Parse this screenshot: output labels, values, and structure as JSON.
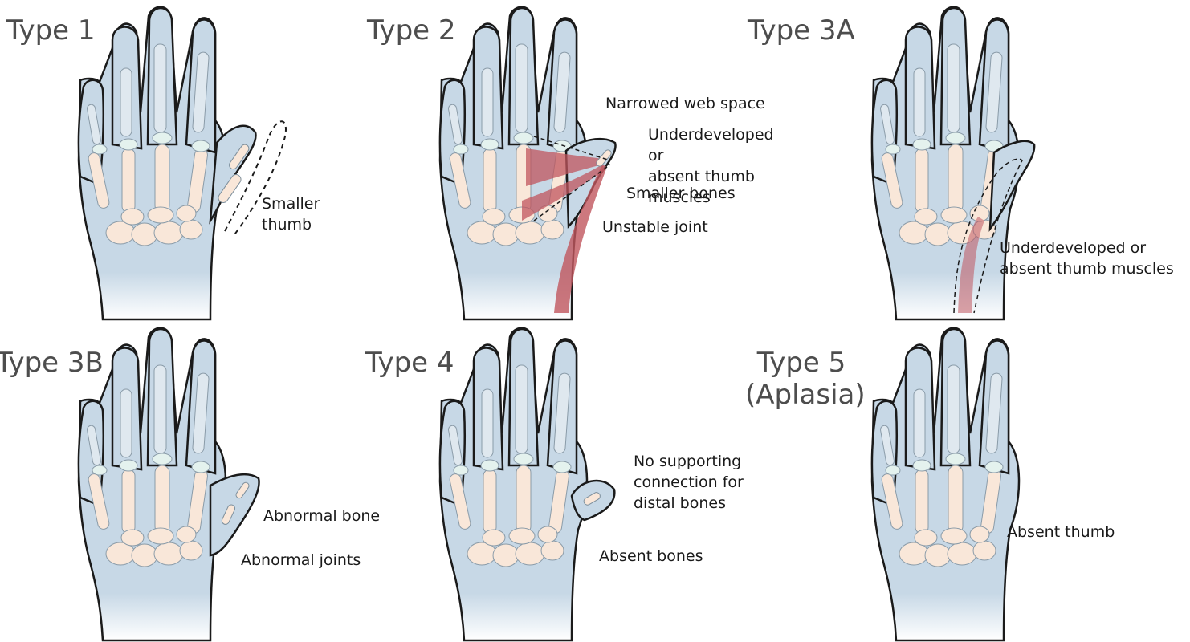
{
  "colors": {
    "skin": "#c7d8e6",
    "skin_outline": "#1a1a1a",
    "bone": "#f9e7d9",
    "joint": "#e4f2ee",
    "muscle": "#c0565e",
    "title": "#4d4d4d",
    "text": "#1a1a1a"
  },
  "panels": [
    {
      "title": "Type 1",
      "callouts": [
        {
          "text": "Smaller\nthumb"
        }
      ]
    },
    {
      "title": "Type 2",
      "callouts": [
        {
          "text": "Narrowed web space"
        },
        {
          "text": "Underdeveloped or\nabsent thumb muscles"
        },
        {
          "text": "Smaller bones"
        },
        {
          "text": "Unstable joint"
        }
      ]
    },
    {
      "title": "Type 3A",
      "callouts": [
        {
          "text": "Underdeveloped or\nabsent thumb muscles"
        }
      ]
    },
    {
      "title": "Type 3B",
      "callouts": [
        {
          "text": "Abnormal bone"
        },
        {
          "text": "Abnormal joints"
        }
      ]
    },
    {
      "title": "Type 4",
      "callouts": [
        {
          "text": "No supporting\nconnection for\ndistal bones"
        },
        {
          "text": "Absent bones"
        }
      ]
    },
    {
      "title": "Type 5",
      "subtitle": "(Aplasia)",
      "callouts": [
        {
          "text": "Absent thumb"
        }
      ]
    }
  ]
}
